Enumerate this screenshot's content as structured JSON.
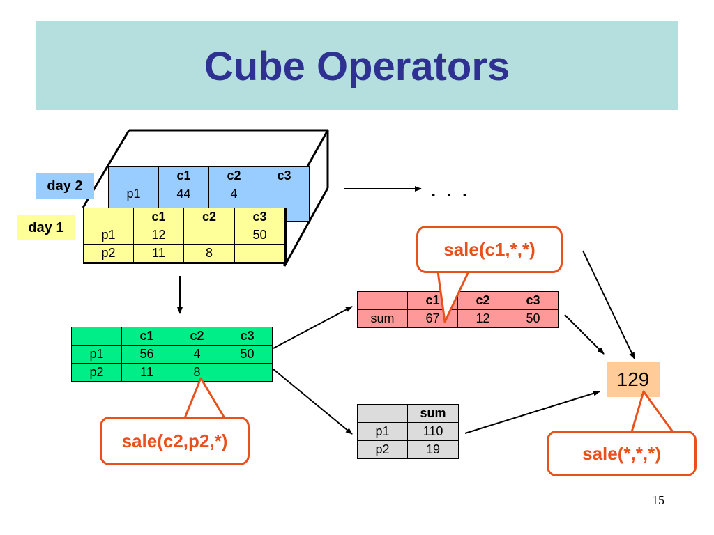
{
  "slide": {
    "title": "Cube Operators",
    "page_number": "15",
    "ellipsis": ". . ."
  },
  "colors": {
    "title_background": "#b5dede",
    "title_text": "#2e3192",
    "day2": "#99ccff",
    "day1": "#ffff99",
    "combined": "#00ee88",
    "by_category": "#ff9999",
    "by_product": "#dcdcdc",
    "total": "#ffcc99",
    "callout": "#e8501c"
  },
  "day2_label": "day 2",
  "day1_label": "day 1",
  "day2_table": {
    "header": [
      "",
      "c1",
      "c2",
      "c3"
    ],
    "rows": [
      [
        "p1",
        "44",
        "4",
        ""
      ]
    ]
  },
  "day1_table": {
    "header": [
      "",
      "c1",
      "c2",
      "c3"
    ],
    "rows": [
      [
        "p1",
        "12",
        "",
        "50"
      ],
      [
        "p2",
        "11",
        "8",
        ""
      ]
    ]
  },
  "combined_table": {
    "header": [
      "",
      "c1",
      "c2",
      "c3"
    ],
    "rows": [
      [
        "p1",
        "56",
        "4",
        "50"
      ],
      [
        "p2",
        "11",
        "8",
        ""
      ]
    ]
  },
  "by_category_table": {
    "header": [
      "",
      "c1",
      "c2",
      "c3"
    ],
    "rows": [
      [
        "sum",
        "67",
        "12",
        "50"
      ]
    ]
  },
  "by_product_table": {
    "header": [
      "",
      "sum"
    ],
    "rows": [
      [
        "p1",
        "110"
      ],
      [
        "p2",
        "19"
      ]
    ]
  },
  "total_value": "129",
  "callouts": {
    "c1": "sale(c1,*,*)",
    "c2p2": "sale(c2,p2,*)",
    "all": "sale(*,*,*)"
  }
}
